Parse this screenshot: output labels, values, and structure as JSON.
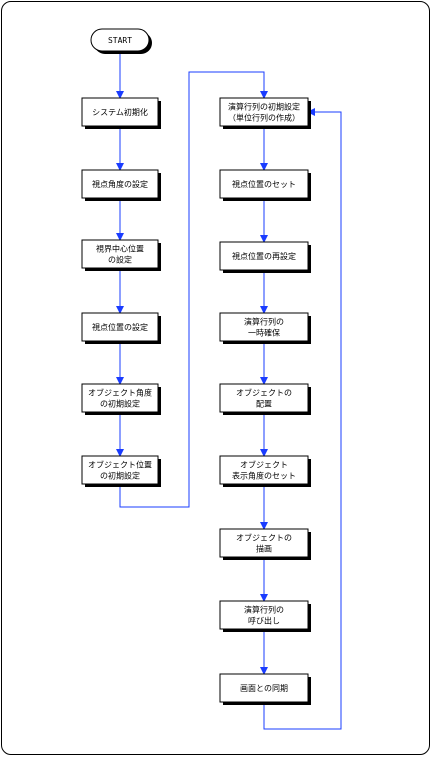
{
  "flowchart": {
    "start": "START",
    "left_column": [
      [
        "システム初期化"
      ],
      [
        "視点角度の設定"
      ],
      [
        "視界中心位置",
        "の設定"
      ],
      [
        "視点位置の設定"
      ],
      [
        "オブジェクト角度",
        "の初期設定"
      ],
      [
        "オブジェクト位置",
        "の初期設定"
      ]
    ],
    "right_column": [
      [
        "演算行列の初期設定",
        "（単位行列の作成）"
      ],
      [
        "視点位置のセット"
      ],
      [
        "視点位置の再設定"
      ],
      [
        "演算行列の",
        "一時確保"
      ],
      [
        "オブジェクトの",
        "配置"
      ],
      [
        "オブジェクト",
        "表示角度のセット"
      ],
      [
        "オブジェクトの",
        "描画"
      ],
      [
        "演算行列の",
        "呼び出し"
      ],
      [
        "画面との同期"
      ]
    ],
    "colors": {
      "arrow": "#1a3cff",
      "box_border": "#000000",
      "shadow": "#000000",
      "box_fill": "#ffffff"
    }
  }
}
